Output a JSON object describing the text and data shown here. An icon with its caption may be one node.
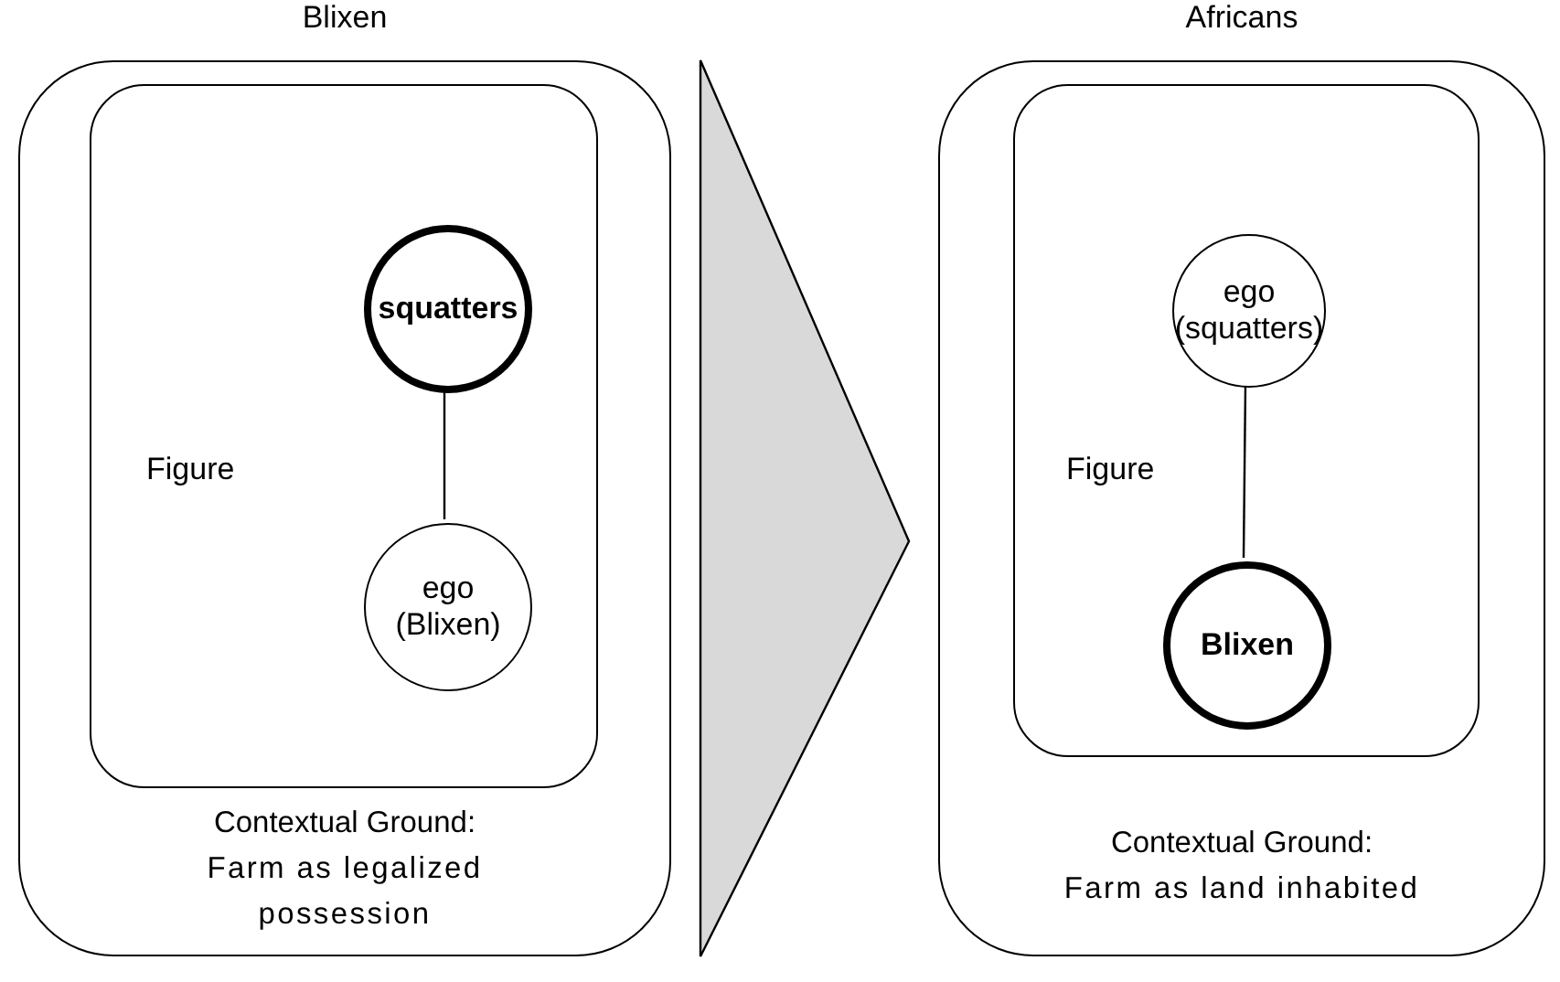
{
  "diagram": {
    "nodes": [
      {
        "text": [
          "Blixen",
          "Contextual Ground:",
          "Farm as legalized possession"
        ]
      },
      {
        "text": [
          "Figure"
        ],
        "in": 0
      },
      {
        "text": [
          "squatters"
        ],
        "in": 1
      },
      {
        "text": [
          "ego (Blixen)"
        ],
        "in": 1
      },
      {
        "text": [
          "Africans",
          "Contextual Ground:",
          "Farm as land inhabited"
        ]
      },
      {
        "text": [
          "Figure"
        ],
        "in": 4
      },
      {
        "text": [
          "ego (squatters)"
        ],
        "in": 5
      },
      {
        "text": [
          "Blixen"
        ],
        "in": 5
      }
    ],
    "edges": [
      {
        "from": 0,
        "to": 4,
        "arrow": "to"
      },
      {
        "from": 2,
        "to": 3,
        "arrow": "none"
      },
      {
        "from": 6,
        "to": 7,
        "arrow": "none"
      }
    ]
  }
}
